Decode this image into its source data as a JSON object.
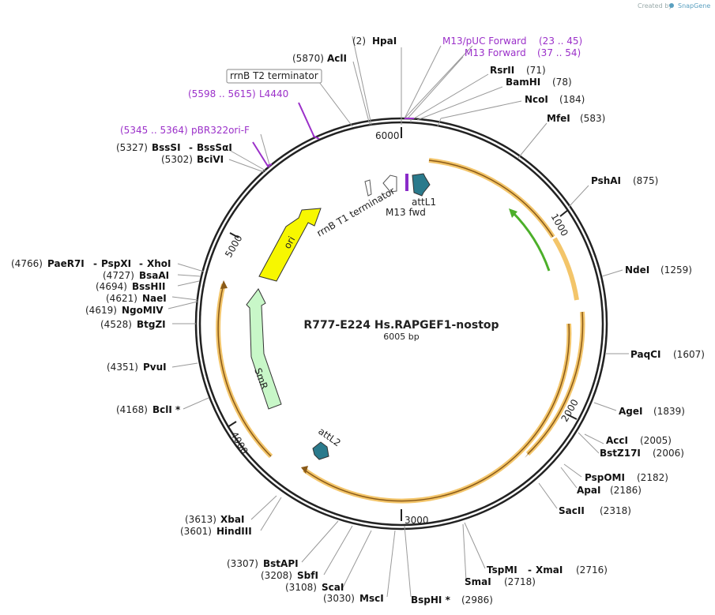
{
  "brand": {
    "created_by": "Created by",
    "name": "SnapGene"
  },
  "plasmid": {
    "name": "R777-E224 Hs.RAPGEF1-nostop",
    "size": "6005 bp"
  },
  "ticks": [
    "6000",
    "1000",
    "2000",
    "3000",
    "4000",
    "5000"
  ],
  "features": {
    "attL1": "attL1",
    "m13fwd": "M13 fwd",
    "rrnb_t1": "rrnB T1 terminator",
    "rrnb_t2": "rrnB T2 terminator",
    "ori": "ori",
    "smr": "SmR",
    "attL2": "attL2"
  },
  "primers": [
    {
      "name": "M13/pUC Forward",
      "range": "(23 .. 45)"
    },
    {
      "name": "M13 Forward",
      "range": "(37 .. 54)"
    },
    {
      "name": "L4440",
      "range": "(5598 .. 5615)"
    },
    {
      "name": "pBR322ori-F",
      "range": "(5345 .. 5364)"
    }
  ],
  "sites_right": [
    {
      "name": "HpaI",
      "pos": "(2)"
    },
    {
      "name": "RsrII",
      "pos": "(71)"
    },
    {
      "name": "BamHI",
      "pos": "(78)"
    },
    {
      "name": "NcoI",
      "pos": "(184)"
    },
    {
      "name": "MfeI",
      "pos": "(583)"
    },
    {
      "name": "PshAI",
      "pos": "(875)"
    },
    {
      "name": "NdeI",
      "pos": "(1259)"
    },
    {
      "name": "PaqCI",
      "pos": "(1607)"
    },
    {
      "name": "AgeI",
      "pos": "(1839)"
    },
    {
      "name": "AccI",
      "pos": "(2005)"
    },
    {
      "name": "BstZ17I",
      "pos": "(2006)"
    },
    {
      "name": "PspOMI",
      "pos": "(2182)"
    },
    {
      "name": "ApaI",
      "pos": "(2186)"
    },
    {
      "name": "SacII",
      "pos": "(2318)"
    },
    {
      "name": "TspMI",
      "name2": "XmaI",
      "pos": "(2716)"
    },
    {
      "name": "SmaI",
      "pos": "(2718)"
    },
    {
      "name": "BspHI *",
      "pos": "(2986)"
    }
  ],
  "sites_left": [
    {
      "name": "AclI",
      "pos": "(5870)"
    },
    {
      "name": "BssSI",
      "name2": "BssSαI",
      "pos": "(5327)"
    },
    {
      "name": "BciVI",
      "pos": "(5302)"
    },
    {
      "name": "PaeR7I",
      "name2": "PspXI",
      "name3": "XhoI",
      "pos": "(4766)"
    },
    {
      "name": "BsaAI",
      "pos": "(4727)"
    },
    {
      "name": "BssHII",
      "pos": "(4694)"
    },
    {
      "name": "NaeI",
      "pos": "(4621)"
    },
    {
      "name": "NgoMIV",
      "pos": "(4619)"
    },
    {
      "name": "BtgZI",
      "pos": "(4528)"
    },
    {
      "name": "PvuI",
      "pos": "(4351)"
    },
    {
      "name": "BclI *",
      "pos": "(4168)"
    },
    {
      "name": "XbaI",
      "pos": "(3613)"
    },
    {
      "name": "HindIII",
      "pos": "(3601)"
    },
    {
      "name": "BstAPI",
      "pos": "(3307)"
    },
    {
      "name": "SbfI",
      "pos": "(3208)"
    },
    {
      "name": "ScaI",
      "pos": "(3108)"
    },
    {
      "name": "MscI",
      "pos": "(3030)"
    }
  ],
  "colors": {
    "primer": "#9b30c9",
    "orf_fill": "#f3c56a",
    "orf_core": "#8a5a18",
    "green_arrow": "#4caf2a",
    "ori": "#f7f700",
    "smr": "#c8f7c8",
    "att": "#2a7a8c",
    "backbone": "#222222"
  }
}
